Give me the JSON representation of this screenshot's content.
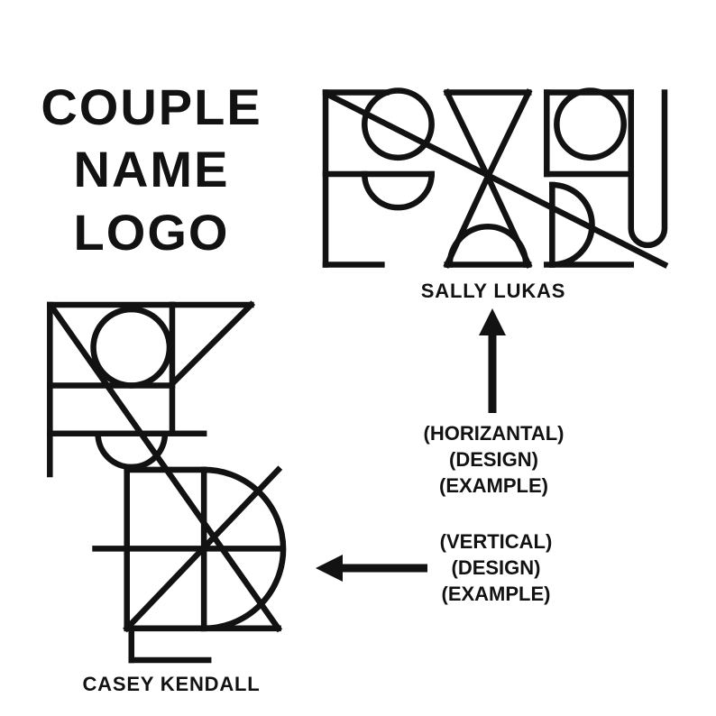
{
  "page": {
    "background_color": "#ffffff",
    "ink_color": "#121212"
  },
  "title": {
    "lines": [
      "COUPLE",
      "NAME",
      "LOGO"
    ]
  },
  "horizontal_example": {
    "couple_name": "SALLY LUKAS",
    "caption_lines": [
      "(HORIZANTAL)",
      "(DESIGN)",
      "(EXAMPLE)"
    ]
  },
  "vertical_example": {
    "couple_name": "CASEY KENDALL",
    "caption_lines": [
      "(VERTICAL)",
      "(DESIGN)",
      "(EXAMPLE)"
    ]
  },
  "icons": {
    "up_arrow": "arrow-up",
    "left_arrow": "arrow-left"
  }
}
